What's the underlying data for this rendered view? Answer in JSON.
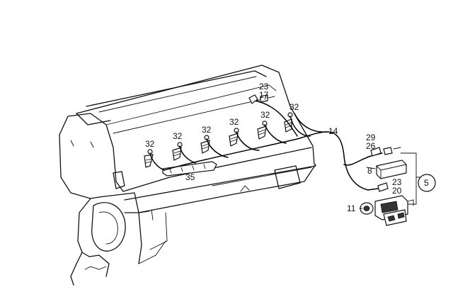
{
  "callouts": {
    "c23a": "23",
    "c17": "17",
    "c32_1": "32",
    "c32_2": "32",
    "c32_3": "32",
    "c32_4": "32",
    "c32_5": "32",
    "c32_6": "32",
    "c35": "35",
    "c14": "14",
    "c29": "29",
    "c26": "26",
    "c8": "8",
    "c23b": "23",
    "c20": "20",
    "c11": "11",
    "c5": "5"
  }
}
